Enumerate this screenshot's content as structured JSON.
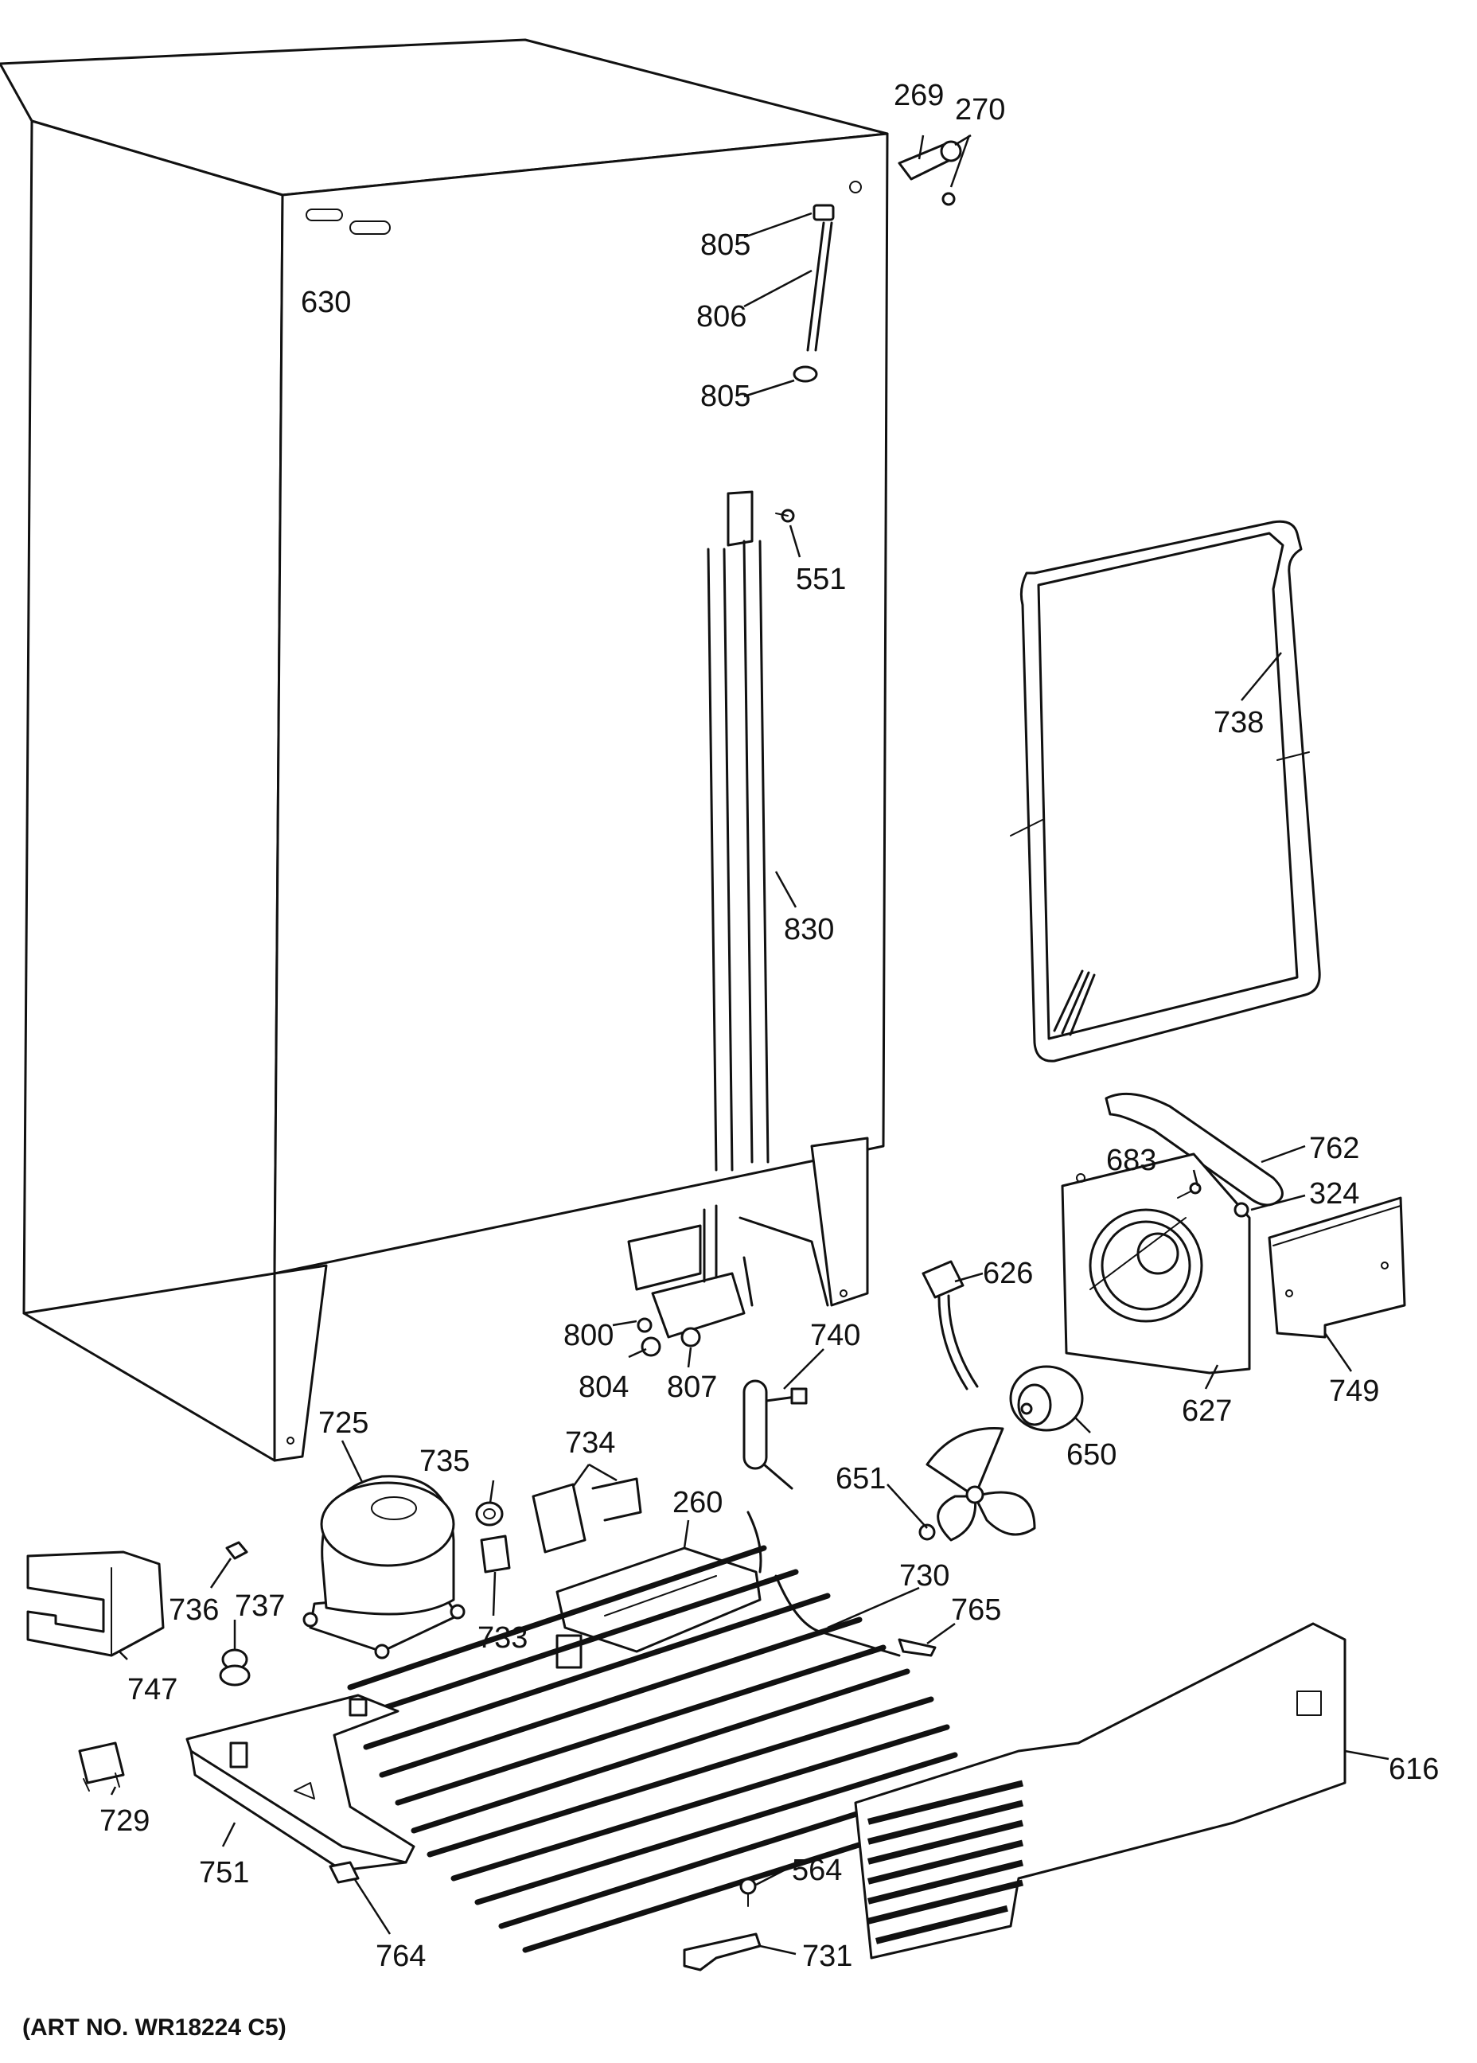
{
  "caption": "(ART NO. WR18224 C5)",
  "callouts": {
    "c269": "269",
    "c270": "270",
    "c805a": "805",
    "c806": "806",
    "c805b": "805",
    "c630": "630",
    "c551": "551",
    "c830": "830",
    "c738": "738",
    "c762": "762",
    "c683": "683",
    "c324": "324",
    "c626": "626",
    "c800": "800",
    "c804": "804",
    "c807": "807",
    "c740": "740",
    "c749": "749",
    "c627": "627",
    "c650": "650",
    "c725": "725",
    "c735": "735",
    "c734": "734",
    "c651": "651",
    "c260": "260",
    "c730": "730",
    "c765": "765",
    "c736": "736",
    "c737": "737",
    "c747": "747",
    "c733": "733",
    "c729": "729",
    "c751": "751",
    "c616": "616",
    "c564": "564",
    "c731": "731",
    "c764": "764"
  }
}
